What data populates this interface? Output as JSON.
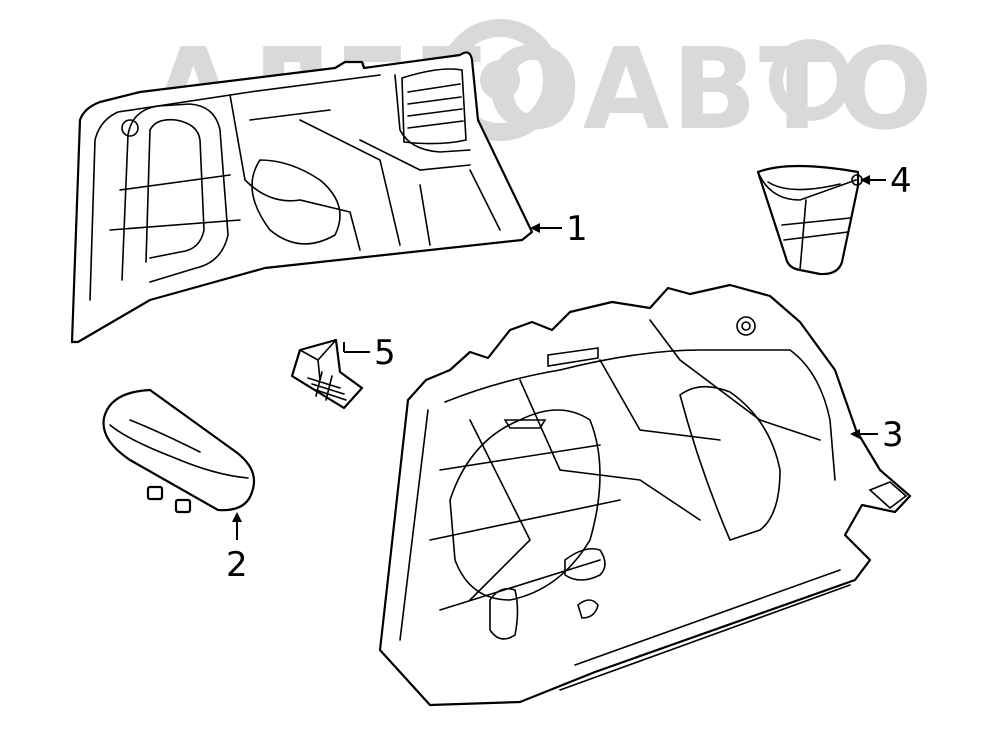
{
  "watermark": {
    "text": "АЛЕГОАВТО",
    "color": "#d9d9d9"
  },
  "callouts": [
    {
      "id": "1",
      "label": "1"
    },
    {
      "id": "2",
      "label": "2"
    },
    {
      "id": "3",
      "label": "3"
    },
    {
      "id": "4",
      "label": "4"
    },
    {
      "id": "5",
      "label": "5"
    }
  ],
  "colors": {
    "line": "#000000",
    "background": "#ffffff"
  }
}
